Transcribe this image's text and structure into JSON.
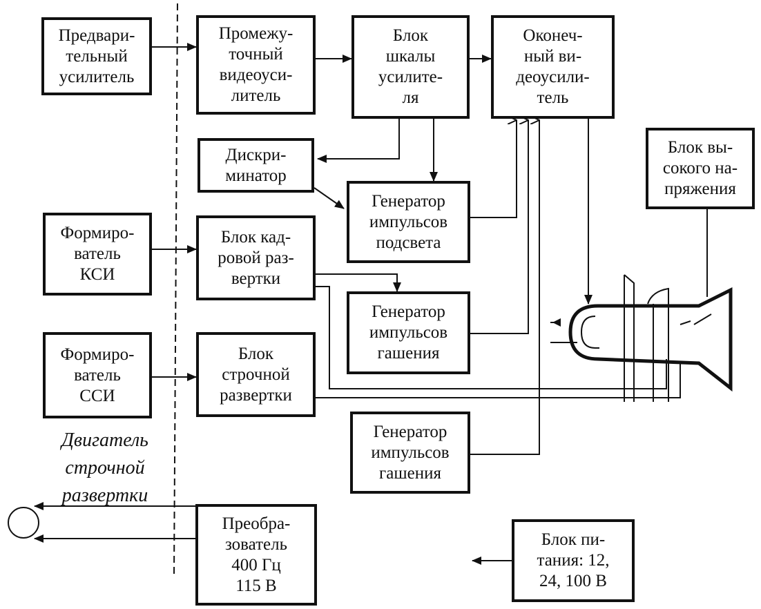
{
  "blocks": {
    "preamp": "Предвари-\nтельный\nусилитель",
    "intermediate_video_amp": "Промежу-\nточный\nвидеоуси-\nлитель",
    "scale_block": "Блок\nшкалы\nусилите-\nля",
    "final_video_amp": "Оконеч-\nный ви-\nдеоусили-\nтель",
    "discriminator": "Дискри-\nминатор",
    "backlight_pulse_gen": "Генератор\nимпульсов\nподсвета",
    "high_voltage": "Блок вы-\nсокого на-\nпряжения",
    "frame_sync_former": "Формиро-\nватель\nКСИ",
    "frame_scan": "Блок кад-\nровой раз-\nвертки",
    "blanking_gen_1": "Генератор\nимпульсов\nгашения",
    "line_sync_former": "Формиро-\nватель\nССИ",
    "line_scan": "Блок\nстрочной\nразвертки",
    "blanking_gen_2": "Генератор\nимпульсов\nгашения",
    "converter": "Преобра-\nзователь\n400 Гц\n115 В",
    "power_supply": "Блок пи-\nтания: 12,\n24, 100 В"
  },
  "line_scan_motor_label": "Двигатель\nстрочной\nразвертки"
}
